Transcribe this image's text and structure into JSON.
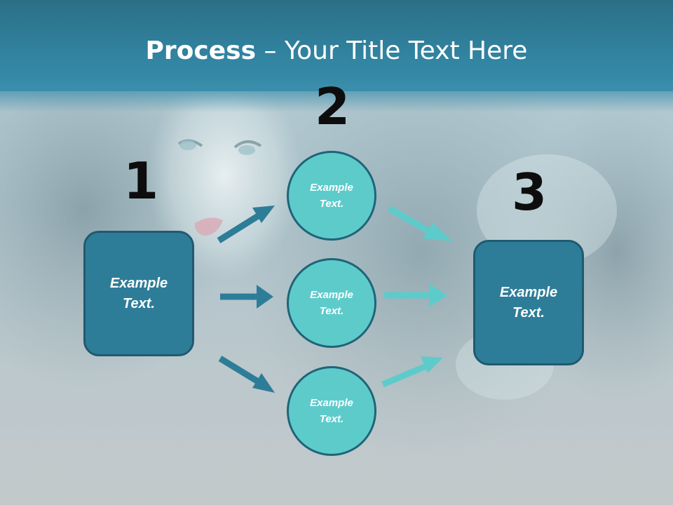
{
  "title": {
    "bold": "Process",
    "rest": " – Your Title Text Here"
  },
  "steps": {
    "one": "1",
    "two": "2",
    "three": "3"
  },
  "nodes": {
    "left_box": [
      "Example",
      "Text."
    ],
    "circle_top": [
      "Example",
      "Text."
    ],
    "circle_middle": [
      "Example",
      "Text."
    ],
    "circle_bottom": [
      "Example",
      "Text."
    ],
    "right_box": [
      "Example",
      "Text."
    ]
  },
  "colors": {
    "header": "#3183a0",
    "box_fill": "#2e7d98",
    "circle_fill": "#5ecbcb",
    "arrow_dark": "#2e7d98",
    "arrow_light": "#5ecbcb"
  }
}
